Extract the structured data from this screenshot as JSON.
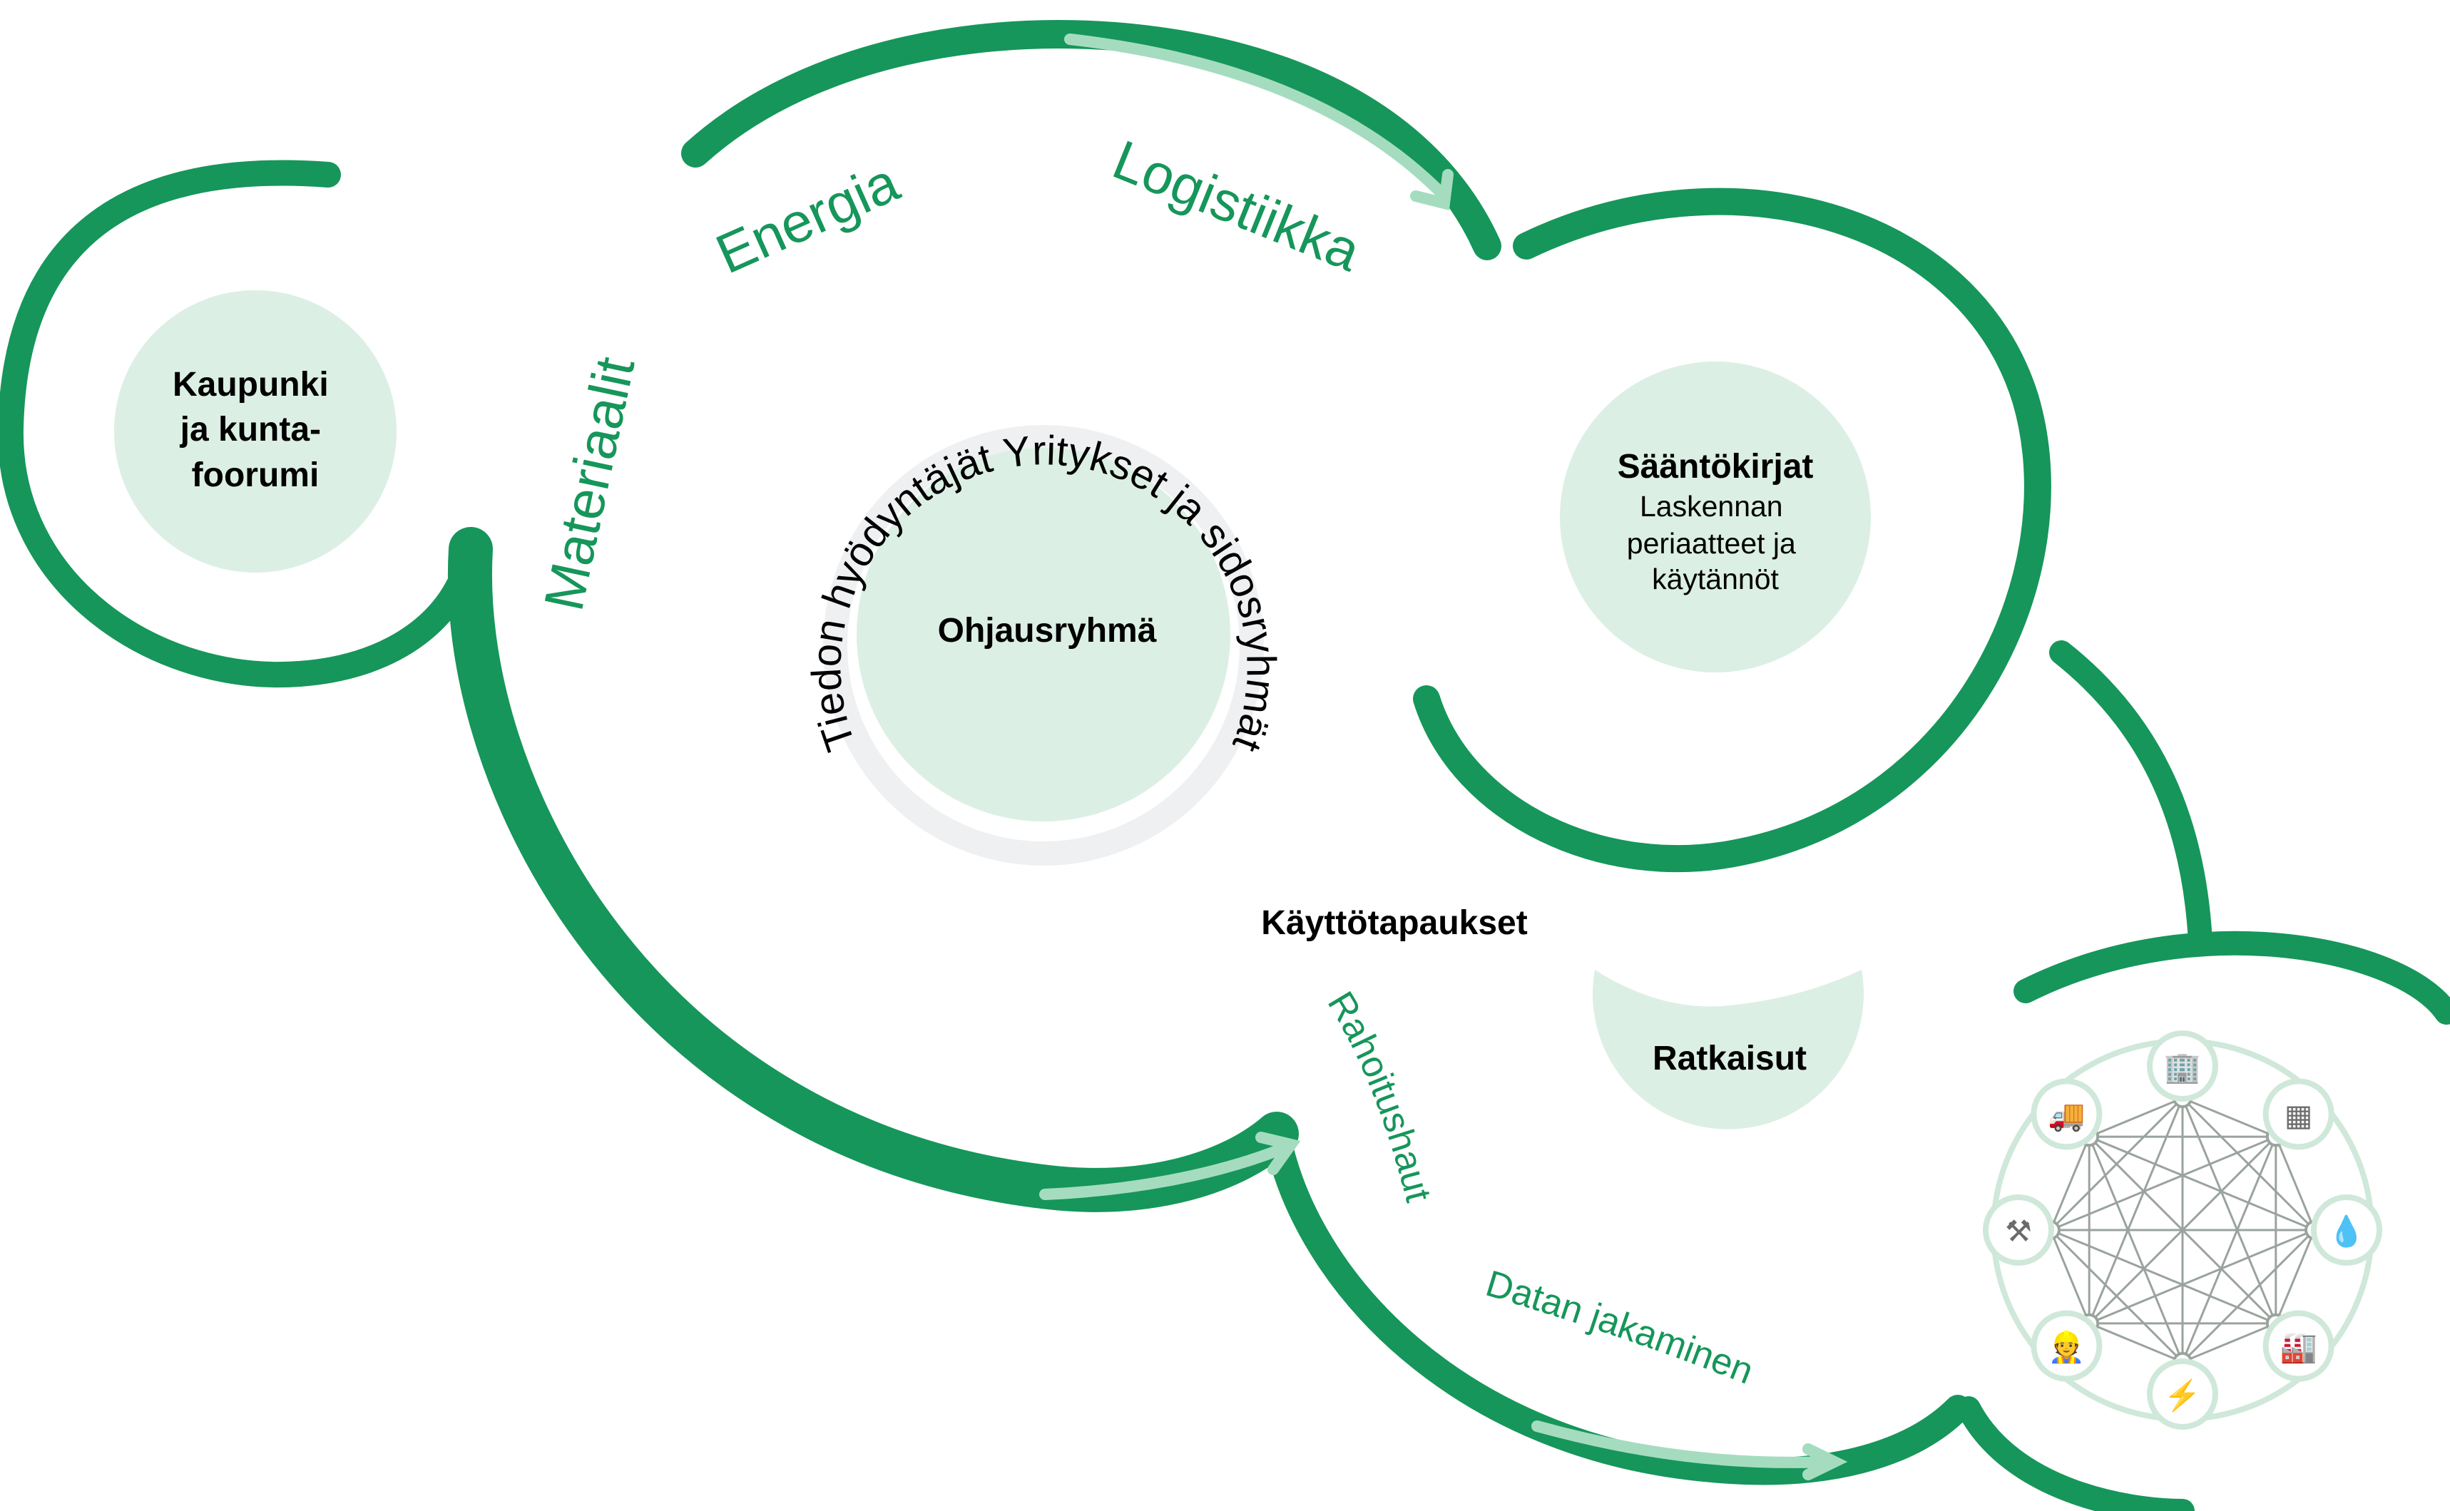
{
  "colors": {
    "main_green": "#16965a",
    "circle_fill": "#dcefe4",
    "arrow_light": "#a5dcc0",
    "ring_grey": "#eef0f2",
    "network_line": "#9aa39e"
  },
  "nodes": {
    "kaupunki": {
      "lines": [
        "Kaupunki",
        "ja kunta-",
        "foorumi"
      ]
    },
    "ohjausryhma": {
      "label": "Ohjausryhmä"
    },
    "saantokirjat": {
      "title": "Sääntökirjat",
      "lines": [
        "Laskennan",
        "periaatteet ja",
        "käytännöt"
      ]
    },
    "ratkaisut": {
      "label": "Ratkaisut"
    },
    "kayttotapaukset": {
      "label": "Käyttötapaukset"
    }
  },
  "arc_labels": {
    "materiaalit": "Materiaalit",
    "energia": "Energia",
    "logistiikka": "Logistiikka",
    "rahoitushaut": "Rahoitushaut",
    "datan_jakaminen": "Datan jakaminen",
    "stakeholders": "Tiedon hyödyntäjät Yritykset ja sidosryhmät"
  },
  "network": {
    "icons": [
      "building-icon",
      "brick-wall-icon",
      "water-drop-icon",
      "factory-icon",
      "power-pylon-icon",
      "engineer-icon",
      "tools-icon",
      "concrete-mixer-icon"
    ]
  }
}
